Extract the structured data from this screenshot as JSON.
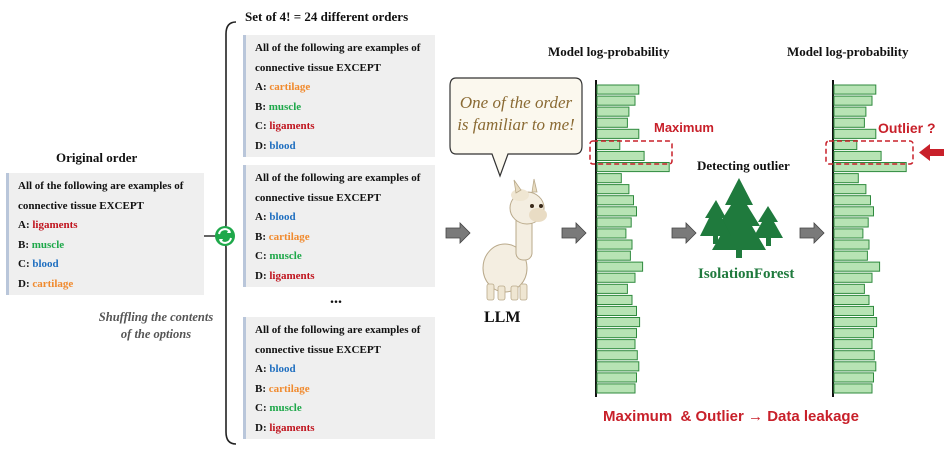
{
  "original": {
    "title": "Original order",
    "question": "All of the following are examples of connective tissue EXCEPT",
    "options": [
      {
        "letter": "A:",
        "text": "ligaments",
        "color": "#c0141e"
      },
      {
        "letter": "B:",
        "text": "muscle",
        "color": "#1ea84a"
      },
      {
        "letter": "C:",
        "text": "blood",
        "color": "#1f6fc0"
      },
      {
        "letter": "D:",
        "text": "cartilage",
        "color": "#f08a2e"
      }
    ],
    "caption_line1": "Shuffling the contents",
    "caption_line2": "of the options"
  },
  "set": {
    "title": "Set of 4! = 24 different orders",
    "ellipsis": "...",
    "cards": [
      {
        "question": "All of the following are examples of connective tissue EXCEPT",
        "options": [
          {
            "letter": "A:",
            "text": "cartilage",
            "color": "#f08a2e"
          },
          {
            "letter": "B:",
            "text": "muscle",
            "color": "#1ea84a"
          },
          {
            "letter": "C:",
            "text": "ligaments",
            "color": "#c0141e"
          },
          {
            "letter": "D:",
            "text": "blood",
            "color": "#1f6fc0"
          }
        ]
      },
      {
        "question": "All of the following are examples of connective tissue EXCEPT",
        "options": [
          {
            "letter": "A:",
            "text": "blood",
            "color": "#1f6fc0"
          },
          {
            "letter": "B:",
            "text": "cartilage",
            "color": "#f08a2e"
          },
          {
            "letter": "C:",
            "text": "muscle",
            "color": "#1ea84a"
          },
          {
            "letter": "D:",
            "text": "ligaments",
            "color": "#c0141e"
          }
        ]
      },
      {
        "question": "All of the following are examples of connective tissue EXCEPT",
        "options": [
          {
            "letter": "A:",
            "text": "blood",
            "color": "#1f6fc0"
          },
          {
            "letter": "B:",
            "text": "cartilage",
            "color": "#f08a2e"
          },
          {
            "letter": "C:",
            "text": "muscle",
            "color": "#1ea84a"
          },
          {
            "letter": "D:",
            "text": "ligaments",
            "color": "#c0141e"
          }
        ]
      }
    ]
  },
  "llm": {
    "bubble_line1": "One of the order",
    "bubble_line2": "is familiar to me!",
    "label": "LLM"
  },
  "chart1": {
    "title": "Model log-probability",
    "annotation": "Maximum"
  },
  "detector": {
    "title": "Detecting outlier",
    "name": "IsolationForest"
  },
  "chart2": {
    "title": "Model log-probability",
    "annotation": "Outlier ?"
  },
  "footer": "Maximum  & Outlier → Data leakage",
  "chart_data": [
    {
      "type": "bar",
      "title": "Model log-probability",
      "bar_lengths_relative": [
        0.55,
        0.5,
        0.42,
        0.4,
        0.55,
        0.3,
        0.62,
        0.95,
        0.32,
        0.42,
        0.48,
        0.52,
        0.45,
        0.38,
        0.46,
        0.44,
        0.6,
        0.5,
        0.4,
        0.46,
        0.52,
        0.56,
        0.52,
        0.5,
        0.53,
        0.55,
        0.52,
        0.5
      ],
      "highlight_index": 7
    },
    {
      "type": "bar",
      "title": "Model log-probability",
      "bar_lengths_relative": [
        0.55,
        0.5,
        0.42,
        0.4,
        0.55,
        0.3,
        0.62,
        0.95,
        0.32,
        0.42,
        0.48,
        0.52,
        0.45,
        0.38,
        0.46,
        0.44,
        0.6,
        0.5,
        0.4,
        0.46,
        0.52,
        0.56,
        0.52,
        0.5,
        0.53,
        0.55,
        0.52,
        0.5
      ],
      "highlight_index": 7
    }
  ]
}
